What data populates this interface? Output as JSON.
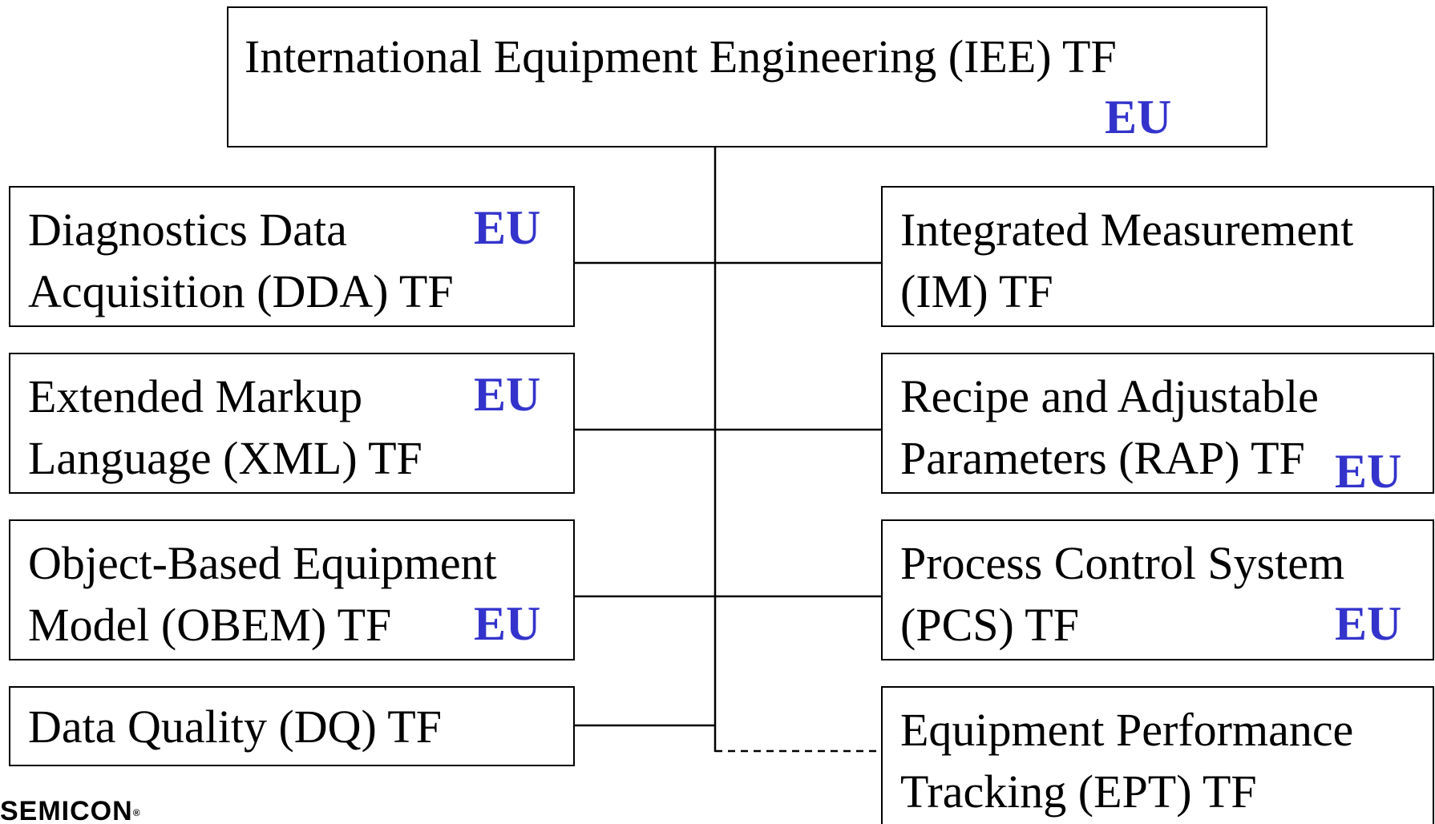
{
  "colors": {
    "region_tag": "#3333cc",
    "line": "#000000",
    "text": "#000000"
  },
  "root": {
    "lines": [
      "International Equipment Engineering (IEE) TF"
    ],
    "tag": "EU"
  },
  "left_branches": [
    {
      "lines": [
        "Diagnostics Data",
        "Acquisition (DDA) TF"
      ],
      "tag": "EU"
    },
    {
      "lines": [
        "Extended Markup",
        "Language (XML) TF"
      ],
      "tag": "EU"
    },
    {
      "lines": [
        "Object-Based Equipment",
        "Model (OBEM) TF"
      ],
      "tag": "EU"
    },
    {
      "lines": [
        "Data Quality (DQ) TF"
      ]
    }
  ],
  "right_branches": [
    {
      "lines": [
        "Integrated Measurement",
        "(IM) TF"
      ]
    },
    {
      "lines": [
        "Recipe and Adjustable",
        "Parameters (RAP) TF"
      ],
      "tag": "EU"
    },
    {
      "lines": [
        "Process Control System",
        "(PCS) TF"
      ],
      "tag": "EU"
    },
    {
      "lines": [
        "Equipment Performance",
        "Tracking (EPT) TF"
      ],
      "link": "dashed"
    }
  ],
  "logo": {
    "text": "SEMICON",
    "mark": "®"
  }
}
